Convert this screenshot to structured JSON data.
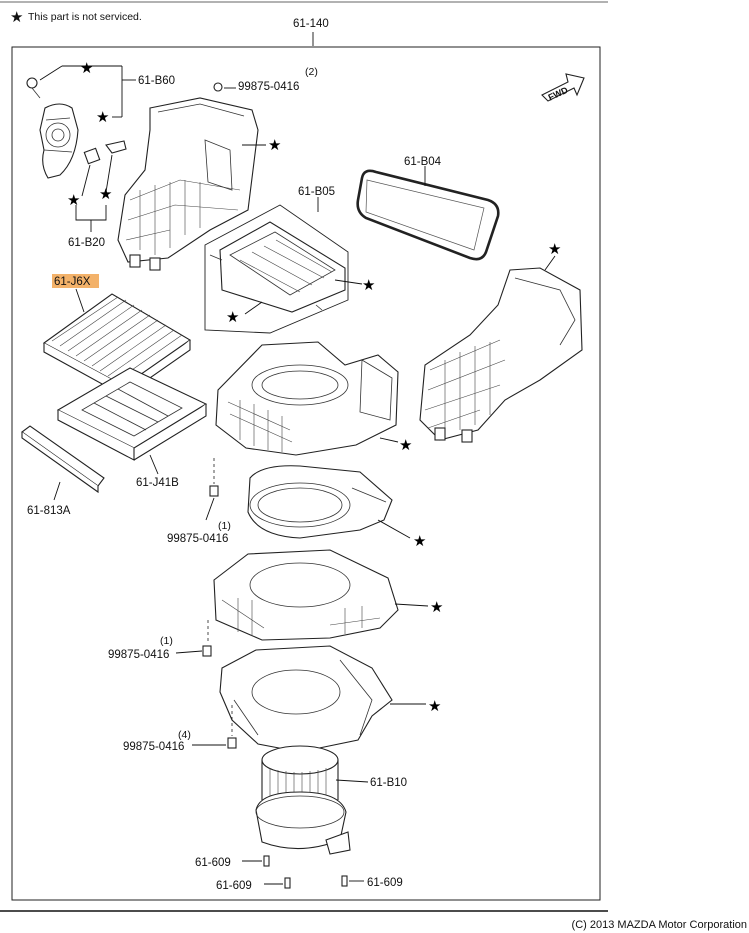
{
  "legend": {
    "star_glyph": "★",
    "text": "This part is not serviced."
  },
  "assembly": {
    "label": "61-140"
  },
  "fwd_arrow": {
    "label": "FWD"
  },
  "parts": {
    "b60": "61-B60",
    "b20": "61-B20",
    "j6x": "61-J6X",
    "j41b": "61-J41B",
    "p813a": "61-813A",
    "b04": "61-B04",
    "b05": "61-B05",
    "b10": "61-B10",
    "p609_a": "61-609",
    "p609_b": "61-609",
    "p609_c": "61-609"
  },
  "bolts": {
    "top": {
      "qty": "(2)",
      "code": "99875-0416"
    },
    "mid": {
      "qty": "(1)",
      "code": "99875-0416"
    },
    "low": {
      "qty": "(1)",
      "code": "99875-0416"
    },
    "bottom": {
      "qty": "(4)",
      "code": "99875-0416"
    }
  },
  "colors": {
    "highlight": "#f3b26a",
    "line": "#222222"
  },
  "copyright": "(C) 2013 MAZDA Motor Corporation"
}
